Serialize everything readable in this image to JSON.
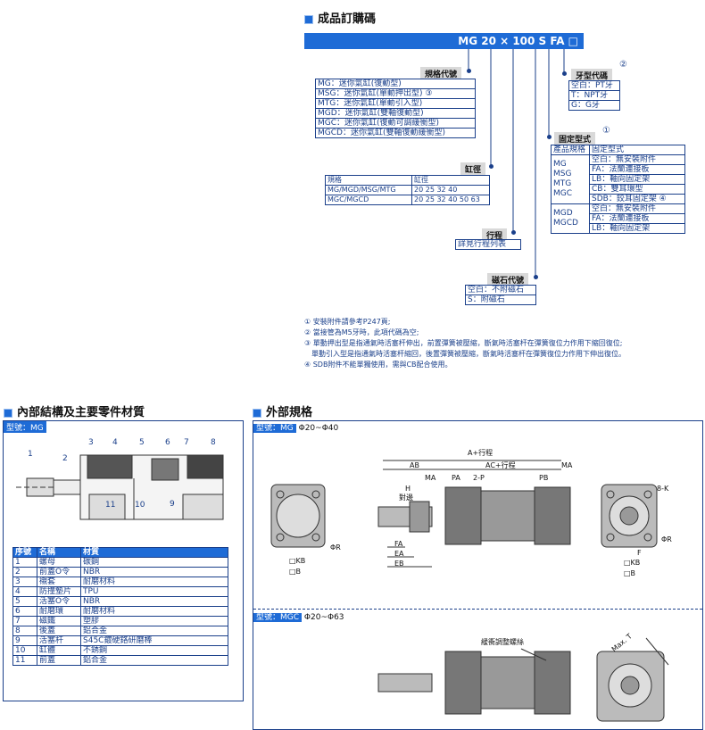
{
  "order_code": {
    "title": "成品訂購碼",
    "code_bar": "MG 20 × 100 S FA □",
    "spec": {
      "label": "規格代號",
      "items": [
        "MG：迷你氣缸(復動型)",
        "MSG：迷你氣缸(單動押出型) ③",
        "MTG：迷你氣缸(單動引入型)",
        "MGD：迷你氣缸(雙軸復動型)",
        "MGC：迷你氣缸(復動可調緩衝型)",
        "MGCD：迷你氣缸(雙軸復動緩衝型)"
      ]
    },
    "bore": {
      "label": "缸徑",
      "headers": [
        "規格",
        "缸徑"
      ],
      "rows": [
        [
          "MG/MGD/MSG/MTG",
          "20 25 32 40"
        ],
        [
          "MGC/MGCD",
          "20 25 32 40 50 63"
        ]
      ]
    },
    "stroke": {
      "label": "行程",
      "value": "詳見行程列表"
    },
    "magnet": {
      "label": "磁石代號",
      "items": [
        "空白：不附磁石",
        "S：附磁石"
      ]
    },
    "thread": {
      "label": "牙型代碼",
      "mark": "②",
      "items": [
        "空白：PT牙",
        "T：NPT牙",
        "G：G牙"
      ]
    },
    "mount": {
      "label": "固定型式",
      "mark": "①",
      "header": [
        "產品規格",
        "固定型式"
      ],
      "group1": {
        "models": [
          "MG",
          "MSG",
          "MTG",
          "MGC"
        ],
        "types": [
          "空白：無安裝附件",
          "FA：法蘭連接板",
          "LB：軸向固定架",
          "CB：雙耳環型",
          "SDB：鉸耳固定架 ④"
        ]
      },
      "group2": {
        "models": [
          "MGD",
          "MGCD"
        ],
        "types": [
          "空白：無安裝附件",
          "FA：法蘭連接板",
          "LB：軸向固定架"
        ]
      }
    },
    "notes": [
      "① 安裝附件請參考P247頁;",
      "② 當接管為M5牙時，此項代碼為空;",
      "③ 單動押出型是指通氣時活塞杆伸出，前置彈簧被壓縮，斷氣時活塞杆在彈簧復位力作用下縮回復位;",
      "　單動引入型是指通氣時活塞杆縮回，後置彈簧被壓縮，斷氣時活塞杆在彈簧復位力作用下伸出復位。",
      "④ SDB附件不能單獨使用，需與CB配合使用。"
    ]
  },
  "internal": {
    "title": "內部結構及主要零件材質",
    "model_tag": "型號：MG",
    "callouts": [
      "1",
      "2",
      "3",
      "4",
      "5",
      "6",
      "7",
      "8",
      "9",
      "10",
      "11"
    ],
    "table_headers": [
      "序號",
      "名稱",
      "材質"
    ],
    "rows": [
      [
        "1",
        "螺母",
        "碳鋼"
      ],
      [
        "2",
        "前蓋O令",
        "NBR"
      ],
      [
        "3",
        "襯套",
        "耐磨材料"
      ],
      [
        "4",
        "防撞墊片",
        "TPU"
      ],
      [
        "5",
        "活塞O令",
        "NBR"
      ],
      [
        "6",
        "耐磨環",
        "耐磨材料"
      ],
      [
        "7",
        "磁鐵",
        "塑膠"
      ],
      [
        "8",
        "後蓋",
        "鋁合金"
      ],
      [
        "9",
        "活塞杆",
        "S45C鍍硬鉻研磨棒"
      ],
      [
        "10",
        "缸體",
        "不銹鋼"
      ],
      [
        "11",
        "前蓋",
        "鋁合金"
      ]
    ]
  },
  "external": {
    "title": "外部規格",
    "mg_tag": "型號：MG",
    "mg_range": "Φ20~Φ40",
    "mgc_tag": "型號：MGC",
    "mgc_range": "Φ20~Φ63",
    "dims": {
      "a_stroke": "A+行程",
      "ab": "AB",
      "ac_stroke": "AC+行程",
      "ma1": "MA",
      "ma2": "MA",
      "pa": "PA",
      "two_p": "2-P",
      "pb": "PB",
      "h": "H",
      "h_sub": "對邊",
      "kb": "□KB",
      "b": "□B",
      "r": "ΦR",
      "fa": "FA",
      "ea": "EA",
      "eb": "EB",
      "eight_k": "8-K",
      "f": "F",
      "kb2": "□KB",
      "b2": "□B",
      "r2": "ΦR",
      "cushion": "緩衝調整螺絲",
      "max_t": "Max. T"
    }
  }
}
